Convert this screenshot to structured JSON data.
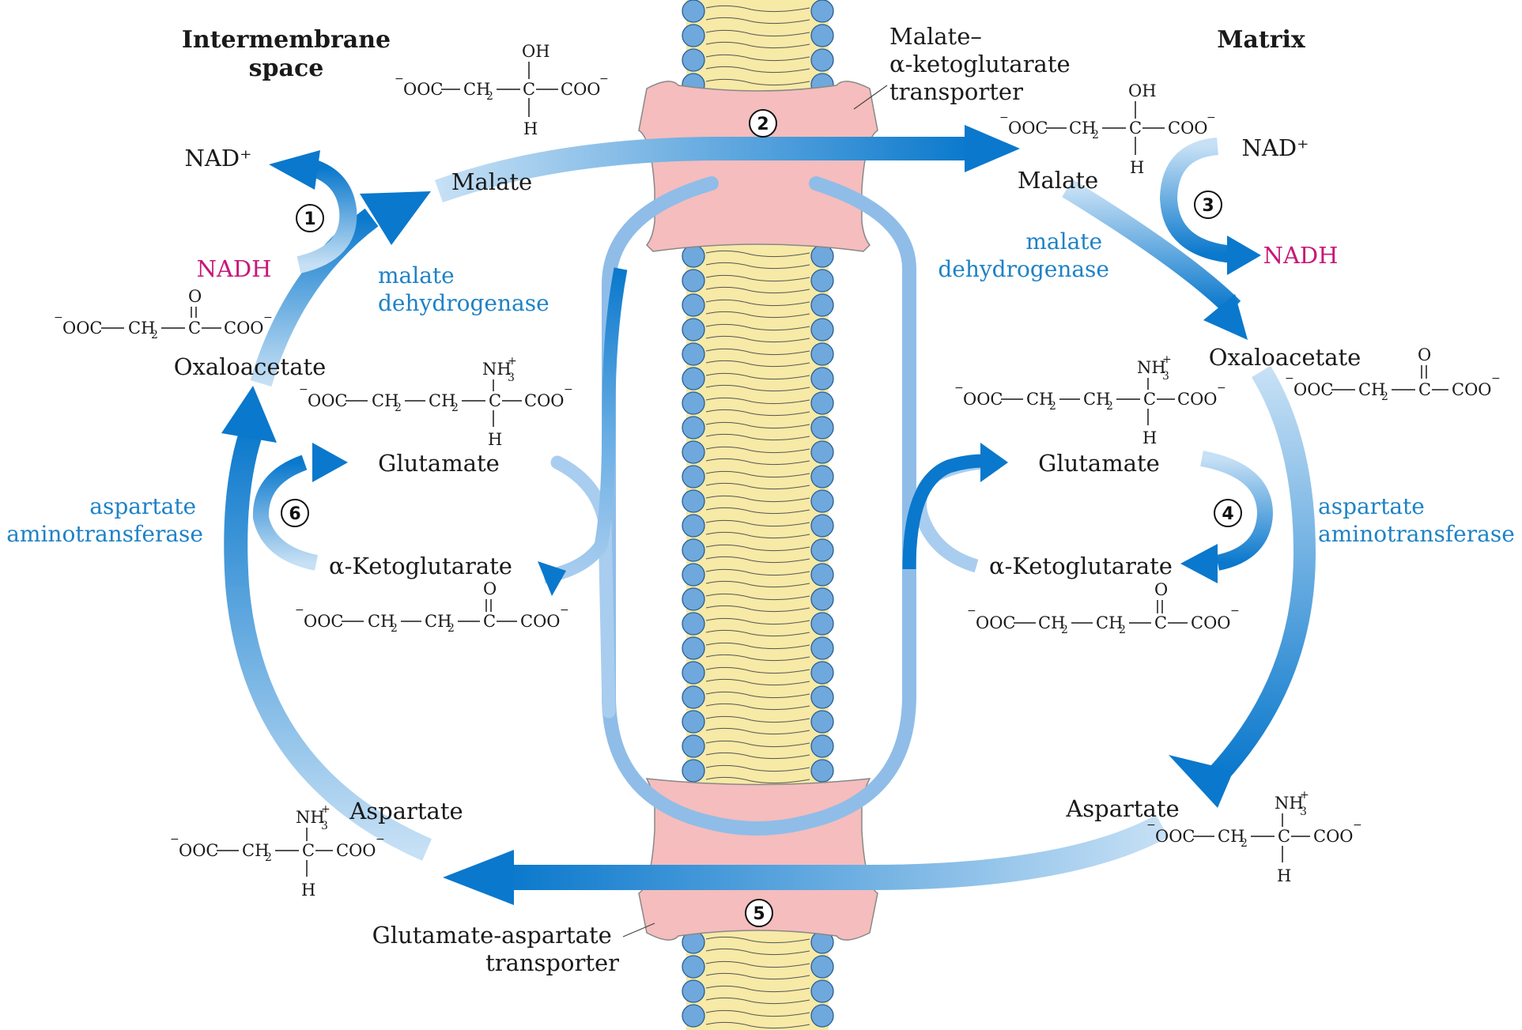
{
  "regions": {
    "intermembrane": "Intermembrane space",
    "matrix": "Matrix"
  },
  "transporters": {
    "malate_akg": [
      "Malate–",
      "α-ketoglutarate",
      "transporter"
    ],
    "glu_asp": [
      "Glutamate-aspartate",
      "transporter"
    ]
  },
  "metabolites": {
    "malate": "Malate",
    "oxaloacetate": "Oxaloacetate",
    "glutamate": "Glutamate",
    "akg": "α-Ketoglutarate",
    "aspartate": "Aspartate"
  },
  "cofactors": {
    "nad": "NAD⁺",
    "nadh": "NADH"
  },
  "enzymes": {
    "mdh": [
      "malate",
      "dehydrogenase"
    ],
    "aat": [
      "aspartate",
      "aminotransferase"
    ]
  },
  "steps": [
    "1",
    "2",
    "3",
    "4",
    "5",
    "6"
  ],
  "colors": {
    "arrow_dark": "#0a78cc",
    "arrow_light": "#bcd9f2",
    "enzyme_text": "#1e82c6",
    "nadh_text": "#c7187a",
    "transporter": "#f5bdbd",
    "lipid_head": "#6fa8dc",
    "lipid_tail": "#f7e9a6"
  }
}
